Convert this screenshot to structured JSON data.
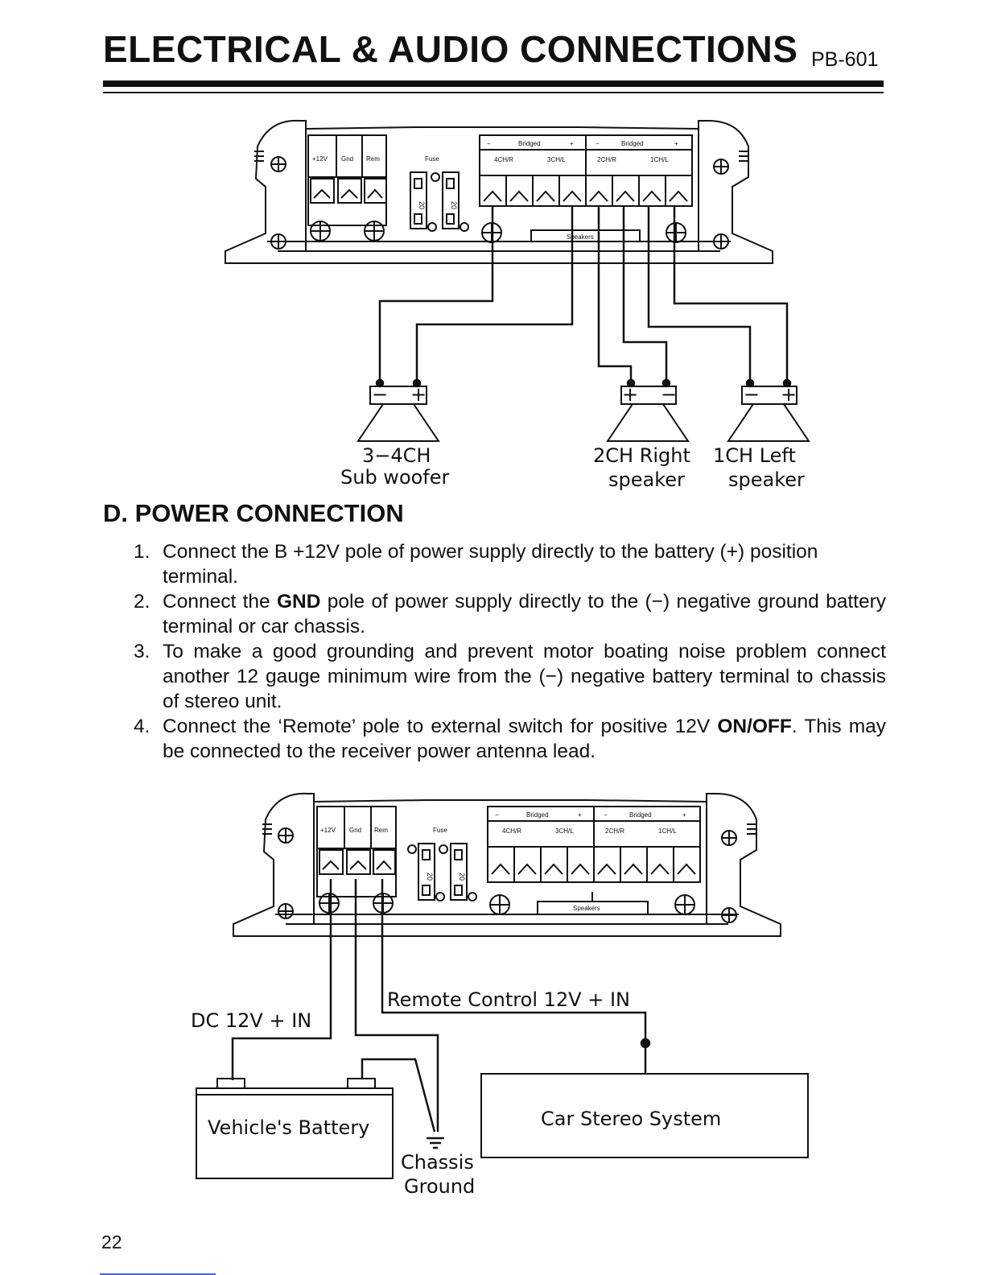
{
  "header": {
    "title": "ELECTRICAL & AUDIO CONNECTIONS",
    "model": "PB-601"
  },
  "amplifier": {
    "power_terminals": [
      "+12V",
      "Gnd",
      "Rem"
    ],
    "fuse_label": "Fuse",
    "fuse_value": "20",
    "bridged_label": "Bridged",
    "bridged_minus": "−",
    "bridged_plus": "+",
    "channels": [
      "4CH/R",
      "3CH/L",
      "2CH/R",
      "1CH/L"
    ],
    "speakers_label": "Speakers"
  },
  "speaker_diagram": {
    "subwoofer": {
      "line1": "3−4CH",
      "line2": "Sub woofer"
    },
    "right": {
      "line1": "2CH Right",
      "line2": "speaker"
    },
    "left": {
      "line1": "1CH Left",
      "line2": "speaker"
    },
    "pol_minus": "−",
    "pol_plus": "+"
  },
  "section": {
    "heading": "D. POWER CONNECTION",
    "items": [
      {
        "num": "1.",
        "text": "Connect the B +12V pole of power supply directly to the battery (+) position terminal."
      },
      {
        "num": "2.",
        "pre": "Connect the ",
        "bold": "GND",
        "post": " pole of power supply directly to the (−) negative ground battery terminal or car chassis."
      },
      {
        "num": "3.",
        "text": "To make a good grounding and prevent motor boating noise problem connect another 12 gauge minimum wire from the (−) negative battery terminal to chassis of stereo unit."
      },
      {
        "num": "4.",
        "pre": "Connect the ‘Remote’ pole to external switch for positive 12V ",
        "bold": "ON/OFF",
        "post": ". This may be connected to the receiver power antenna lead."
      }
    ]
  },
  "power_diagram": {
    "dc_label": "DC 12V + IN",
    "remote_label": "Remote Control 12V + IN",
    "battery_label": "Vehicle's Battery",
    "ground_line1": "Chassis",
    "ground_line2": "Ground",
    "stereo_label": "Car Stereo System"
  },
  "footer": {
    "page_number": "22"
  }
}
